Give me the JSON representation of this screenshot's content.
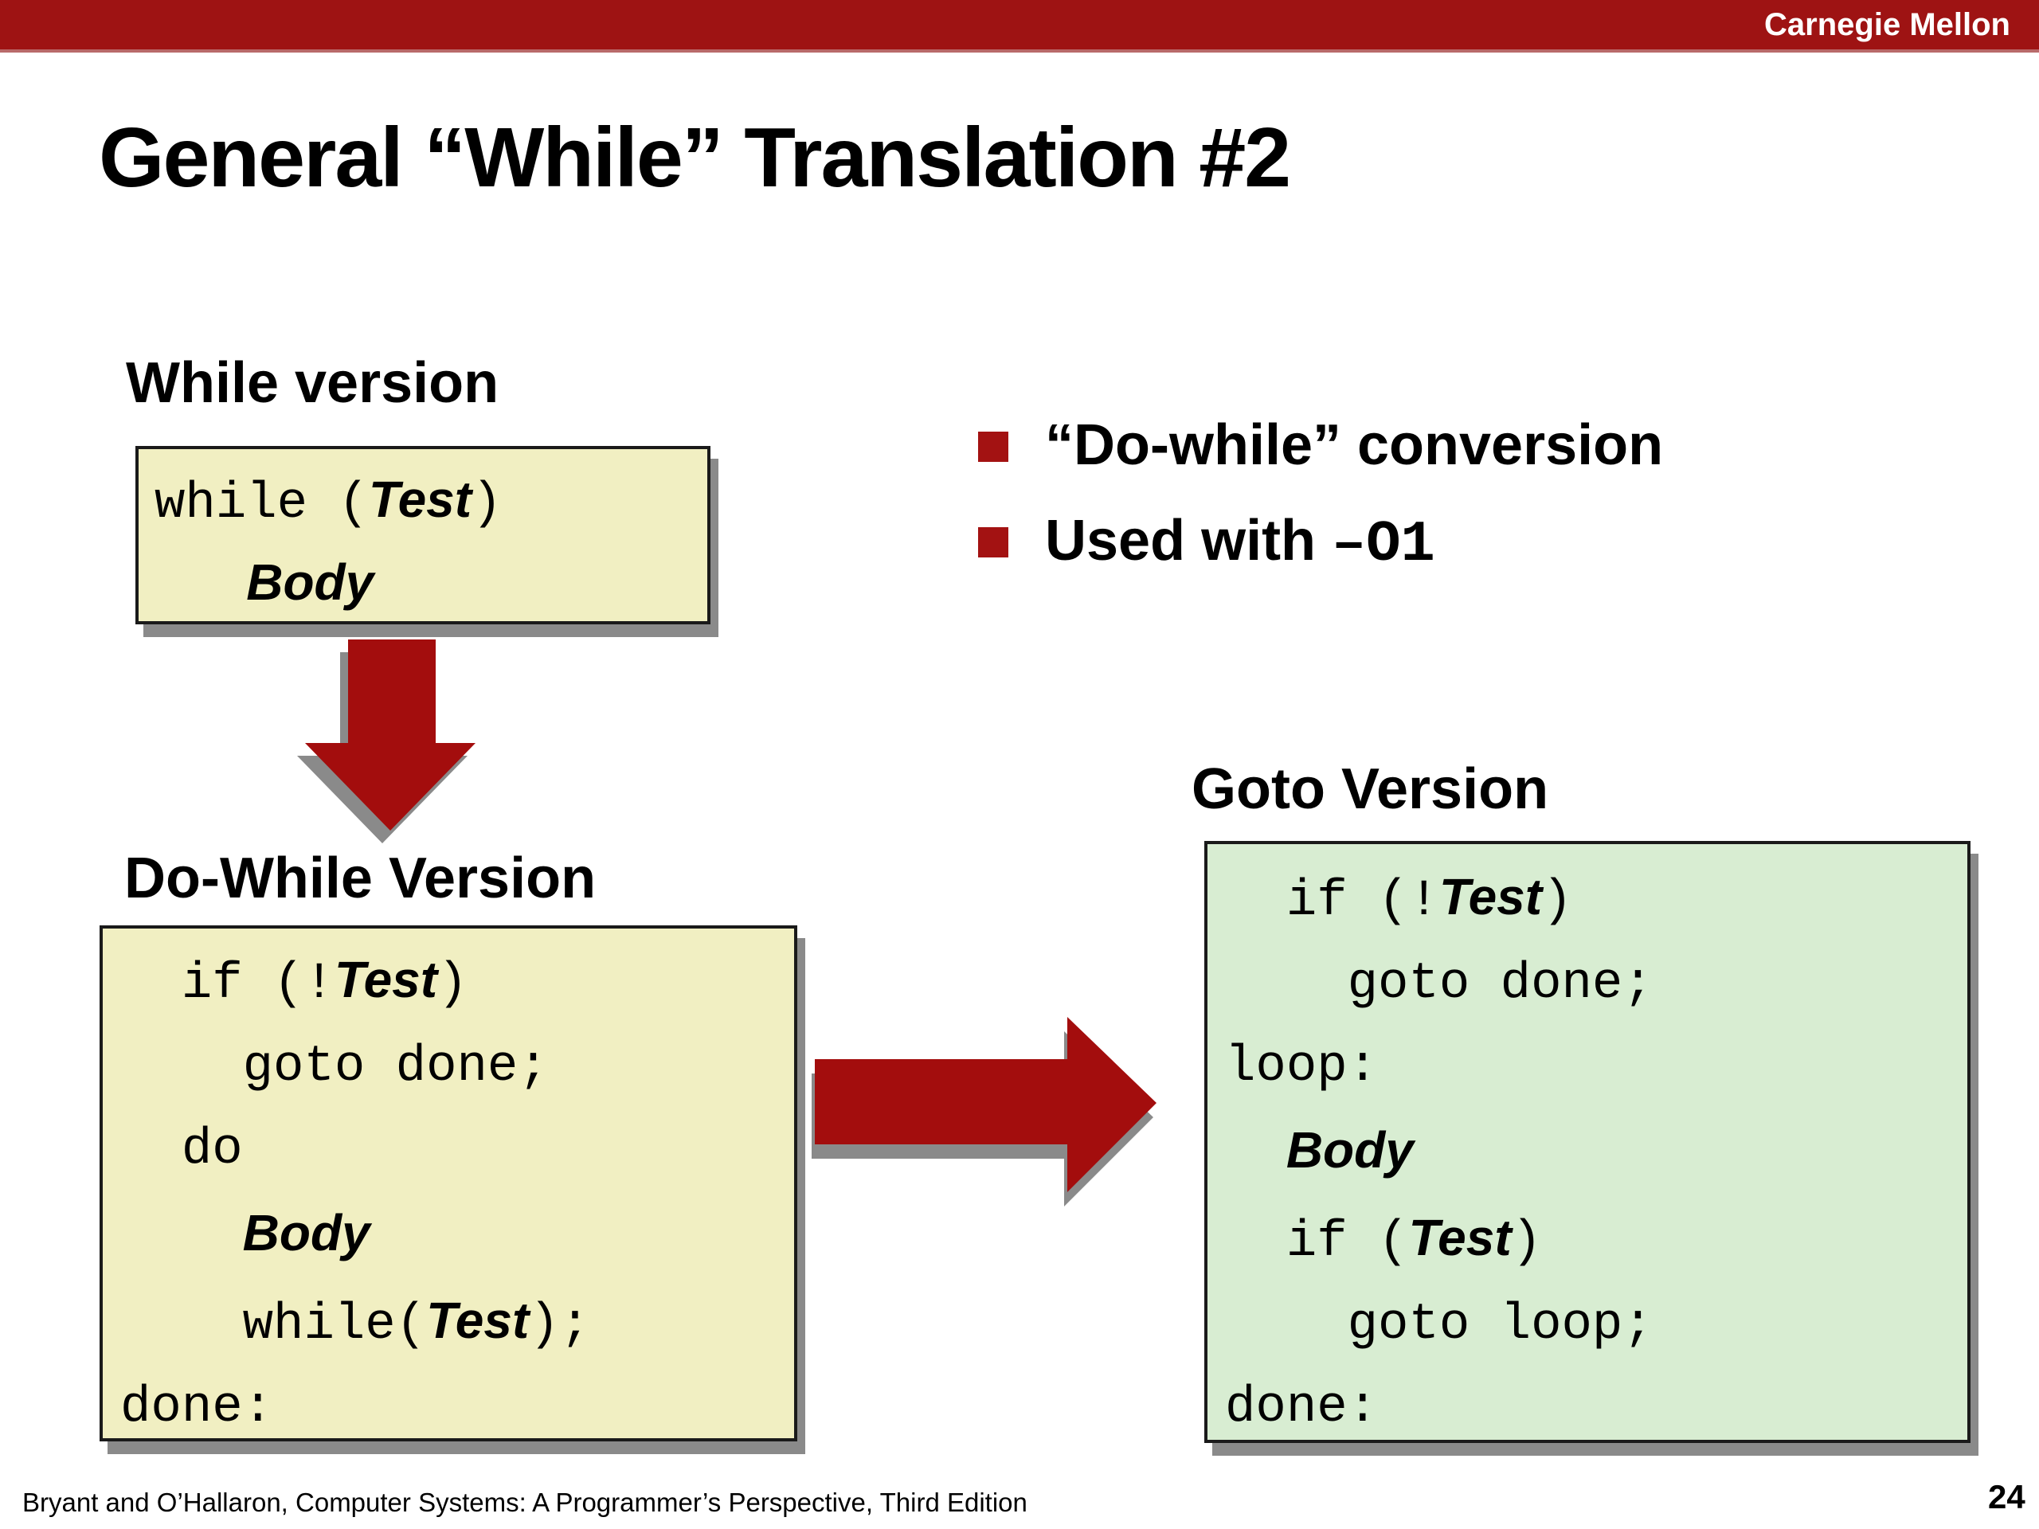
{
  "header": {
    "brand": "Carnegie Mellon"
  },
  "slide": {
    "title": "General “While” Translation #2",
    "bullets": [
      {
        "segments": [
          {
            "t": "“Do-while” conversion",
            "f": "b"
          }
        ]
      },
      {
        "segments": [
          {
            "t": "Used with ",
            "f": "b"
          },
          {
            "t": "–O1",
            "f": "mb"
          }
        ]
      }
    ],
    "sections": {
      "while_version": {
        "label": "While version"
      },
      "dowhile_version": {
        "label": "Do-While Version"
      },
      "goto_version": {
        "label": "Goto Version"
      }
    }
  },
  "code_boxes": {
    "while_version": {
      "lines": [
        [
          {
            "t": "while (",
            "f": "m"
          },
          {
            "t": "Test",
            "f": "v"
          },
          {
            "t": ")",
            "f": "m"
          }
        ],
        [
          {
            "t": "   ",
            "f": "m"
          },
          {
            "t": "Body",
            "f": "v"
          }
        ]
      ]
    },
    "dowhile_version": {
      "lines": [
        [
          {
            "t": "  if (!",
            "f": "m"
          },
          {
            "t": "Test",
            "f": "v"
          },
          {
            "t": ")",
            "f": "m"
          }
        ],
        [
          {
            "t": "    goto done;",
            "f": "m"
          }
        ],
        [
          {
            "t": "  do",
            "f": "m"
          }
        ],
        [
          {
            "t": "    ",
            "f": "m"
          },
          {
            "t": "Body",
            "f": "v"
          }
        ],
        [
          {
            "t": "    while(",
            "f": "m"
          },
          {
            "t": "Test",
            "f": "v"
          },
          {
            "t": ");",
            "f": "m"
          }
        ],
        [
          {
            "t": "done:",
            "f": "m"
          }
        ]
      ]
    },
    "goto_version": {
      "lines": [
        [
          {
            "t": "  if (!",
            "f": "m"
          },
          {
            "t": "Test",
            "f": "v"
          },
          {
            "t": ")",
            "f": "m"
          }
        ],
        [
          {
            "t": "    goto done;",
            "f": "m"
          }
        ],
        [
          {
            "t": "loop:",
            "f": "m"
          }
        ],
        [
          {
            "t": "  ",
            "f": "m"
          },
          {
            "t": "Body",
            "f": "v"
          }
        ],
        [
          {
            "t": "  if (",
            "f": "m"
          },
          {
            "t": "Test",
            "f": "v"
          },
          {
            "t": ")",
            "f": "m"
          }
        ],
        [
          {
            "t": "    goto loop;",
            "f": "m"
          }
        ],
        [
          {
            "t": "done:",
            "f": "m"
          }
        ]
      ]
    }
  },
  "footer": {
    "citation": "Bryant and O’Hallaron, Computer Systems: A Programmer’s Perspective, Third Edition",
    "page": "24"
  },
  "colors": {
    "bar_red": "#9E1313",
    "bullet_red": "#A31212",
    "arrow_red": "#A30D0D",
    "box_yellow": "#F1EFC2",
    "box_green": "#D8EDD2",
    "shadow_gray": "#8A8A8A",
    "border_dark": "#1A1A1A",
    "text_black": "#000000"
  }
}
